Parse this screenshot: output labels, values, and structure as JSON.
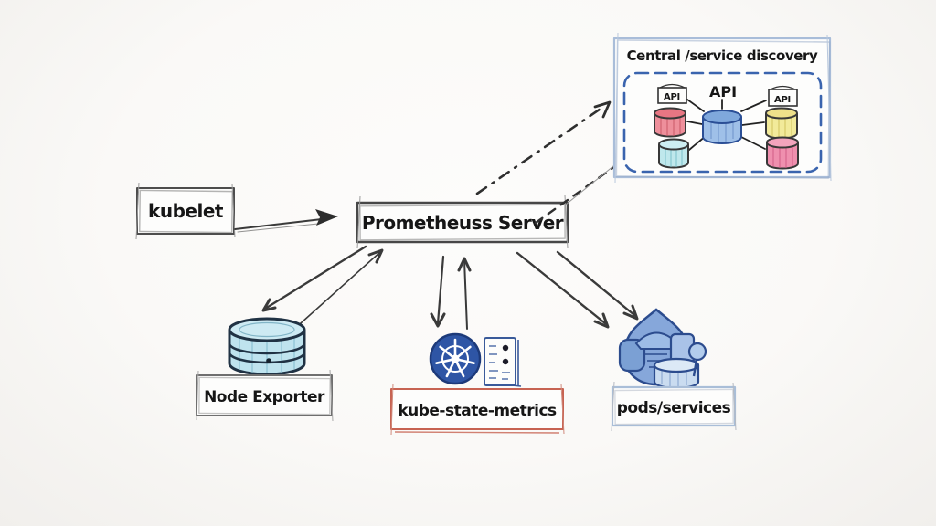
{
  "diagram": {
    "nodes": {
      "kubelet": {
        "label": "kubelet",
        "border_color": "#4d4d4d"
      },
      "prometheus_server": {
        "label": "Prometheuss Server",
        "border_color": "#474747"
      },
      "service_discovery": {
        "title": "Central /service discovery",
        "outer_border_color": "#a9bdd9",
        "inner_border_color": "#3a64ae",
        "api_labels": {
          "left": "API",
          "center": "API",
          "right": "API"
        },
        "cylinders": [
          {
            "position": "center",
            "color": "#9fc0e8"
          },
          {
            "position": "left",
            "color": "#ee8f9b"
          },
          {
            "position": "right",
            "color": "#f2ea9a"
          },
          {
            "position": "bottom-left",
            "color": "#bfe8ec"
          },
          {
            "position": "bottom-right",
            "color": "#ef8fae"
          }
        ]
      },
      "node_exporter": {
        "label": "Node Exporter",
        "border_color": "#6f6f6f",
        "icon": "database-cylinder-icon",
        "icon_color": "#bfe3ee"
      },
      "kube_state_metrics": {
        "label": "kube-state-metrics",
        "border_color": "#c76352",
        "icon": "kubernetes-wheel-icon",
        "icon_color": "#2e55a5"
      },
      "pods_services": {
        "label": "pods/services",
        "border_color": "#a9bed8",
        "icon": "pods-cluster-icon",
        "icon_color": "#86a7da"
      }
    },
    "edges": [
      {
        "from": "kubelet",
        "to": "prometheus_server",
        "style": "solid-arrow"
      },
      {
        "from": "prometheus_server",
        "to": "service_discovery",
        "style": "dash-dot-arrow"
      },
      {
        "from": "prometheus_server",
        "to": "service_discovery",
        "style": "dashed-line"
      },
      {
        "from": "prometheus_server",
        "to": "service_discovery",
        "style": "thin-solid-line"
      },
      {
        "from": "prometheus_server",
        "to": "node_exporter",
        "style": "solid-arrow"
      },
      {
        "from": "node_exporter",
        "to": "prometheus_server",
        "style": "solid-arrow"
      },
      {
        "from": "prometheus_server",
        "to": "kube_state_metrics",
        "style": "solid-arrow"
      },
      {
        "from": "kube_state_metrics",
        "to": "prometheus_server",
        "style": "solid-arrow"
      },
      {
        "from": "prometheus_server",
        "to": "pods_services",
        "style": "solid-arrow"
      },
      {
        "from": "prometheus_server",
        "to": "pods_services",
        "style": "solid-arrow"
      }
    ],
    "ink_color": "#3a3a3a",
    "background_color": "#faf9f7"
  }
}
